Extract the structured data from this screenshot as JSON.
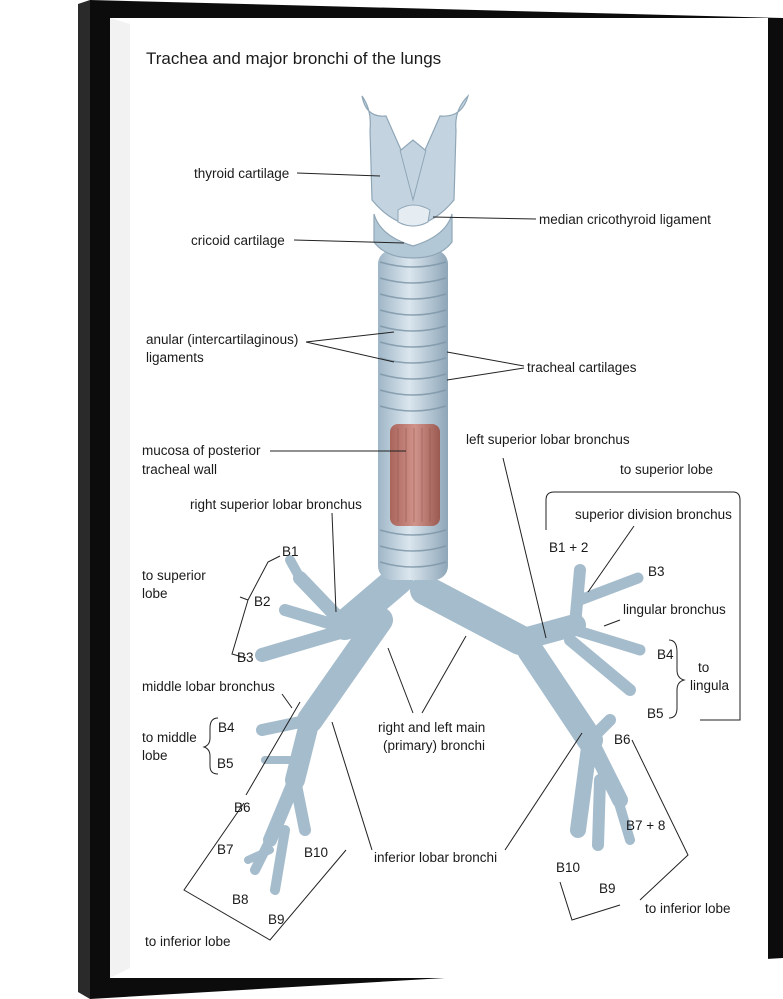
{
  "title": "Trachea and major bronchi of the lungs",
  "labels": {
    "thyroid_cartilage": "thyroid cartilage",
    "median_cricothyroid": "median cricothyroid ligament",
    "cricoid_cartilage": "cricoid cartilage",
    "anular_line1": "anular (intercartilaginous)",
    "anular_line2": "ligaments",
    "tracheal_cartilages": "tracheal cartilages",
    "mucosa_line1": "mucosa of posterior",
    "mucosa_line2": "tracheal wall",
    "left_superior_lobar": "left superior lobar bronchus",
    "right_superior_lobar": "right superior lobar bronchus",
    "to_superior_lobe_left": "to superior lobe",
    "superior_division": "superior division bronchus",
    "b1_2": "B1 + 2",
    "left_b3": "B3",
    "lingular_bronchus": "lingular bronchus",
    "left_b4": "B4",
    "left_b5": "B5",
    "to_lingula_line1": "to",
    "to_lingula_line2": "lingula",
    "right_b1": "B1",
    "right_b2": "B2",
    "right_b3": "B3",
    "to_superior_lobe_right_line1": "to superior",
    "to_superior_lobe_right_line2": "lobe",
    "middle_lobar": "middle lobar bronchus",
    "right_b4": "B4",
    "right_b5": "B5",
    "to_middle_lobe_line1": "to middle",
    "to_middle_lobe_line2": "lobe",
    "main_bronchi_line1": "right and left main",
    "main_bronchi_line2": "(primary) bronchi",
    "left_b6": "B6",
    "left_b7_8": "B7 + 8",
    "left_b9": "B9",
    "left_b10": "B10",
    "to_inferior_lobe_left": "to inferior lobe",
    "right_b6": "B6",
    "right_b7": "B7",
    "right_b8": "B8",
    "right_b9": "B9",
    "right_b10": "B10",
    "inferior_lobar": "inferior lobar bronchi",
    "to_inferior_lobe_right": "to inferior lobe"
  },
  "colors": {
    "frame": "#0c0c0c",
    "canvas": "#ffffff",
    "cartilage": "#b8cbd8",
    "cartilage_light": "#dbe6ee",
    "mucosa": "#c07f74"
  }
}
